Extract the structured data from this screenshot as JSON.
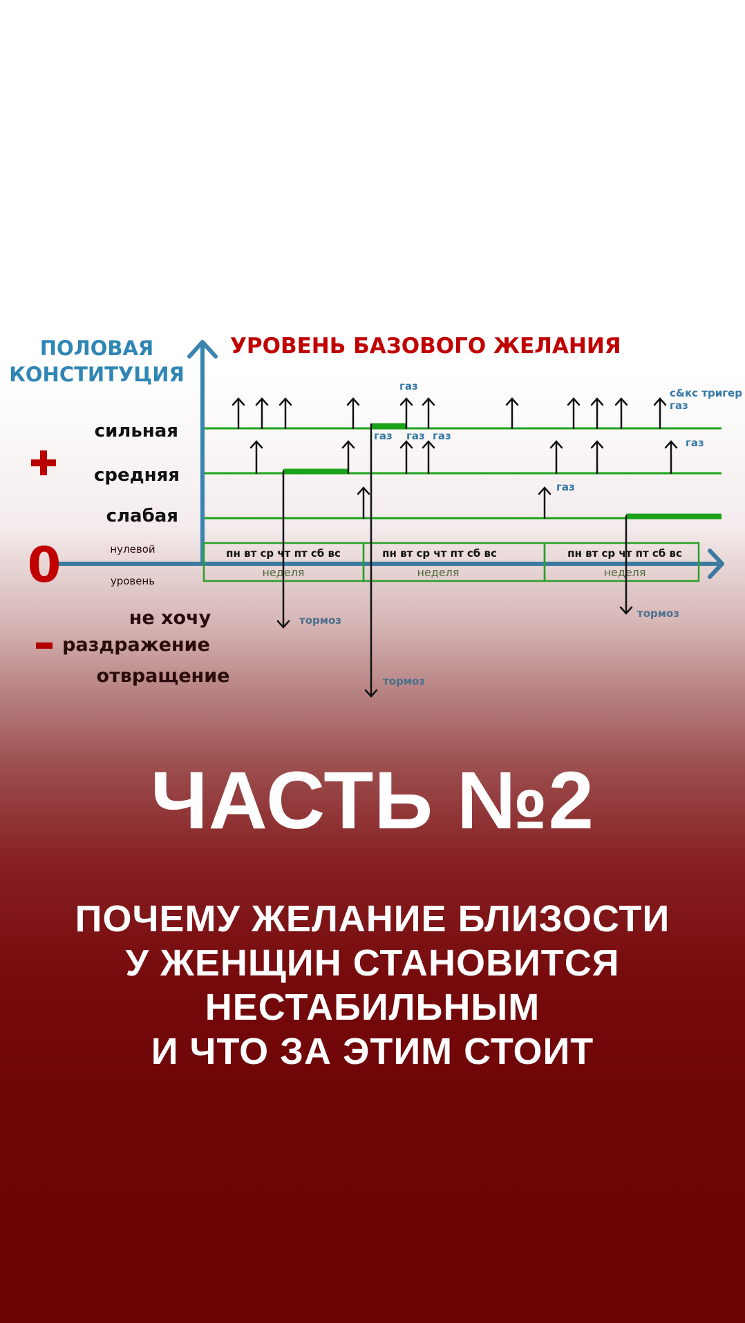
{
  "diagram": {
    "y_axis_title": [
      "ПОЛОВАЯ",
      "КОНСТИТУЦИЯ"
    ],
    "main_title": "УРОВЕНЬ БАЗОВОГО ЖЕЛАНИЯ",
    "levels": {
      "strong": "сильная",
      "medium": "средняя",
      "weak": "слабая",
      "zero_top": "нулевой",
      "zero_bottom": "уровень"
    },
    "signs": {
      "plus": "+",
      "zero": "0",
      "minus": "-"
    },
    "negative_levels": [
      "не хочу",
      "раздражение",
      "отвращение"
    ],
    "weeks": [
      {
        "days": "пн  вт  ср  чт  пт  сб  вс",
        "label": "неделя"
      },
      {
        "days": "пн    вт  ср  чт  пт  сб  вс",
        "label": "неделя"
      },
      {
        "days": "пн  вт  ср  чт  пт  сб  вс",
        "label": "неделя"
      }
    ],
    "annotations": {
      "gas": "газ",
      "sex_trigger": "с&кс тригер",
      "brake": "тормоз"
    },
    "colors": {
      "axis_blue": "#3a7fa8",
      "level_green": "#1aa31a",
      "title_red": "#c00000",
      "label_blue": "#2f86b5"
    }
  },
  "headline": {
    "part": "ЧАСТЬ №2",
    "subtitle_lines": [
      "ПОЧЕМУ ЖЕЛАНИЕ БЛИЗОСТИ",
      "У ЖЕНЩИН СТАНОВИТСЯ",
      "НЕСТАБИЛЬНЫМ",
      "И ЧТО ЗА ЭТИМ СТОИТ"
    ]
  }
}
